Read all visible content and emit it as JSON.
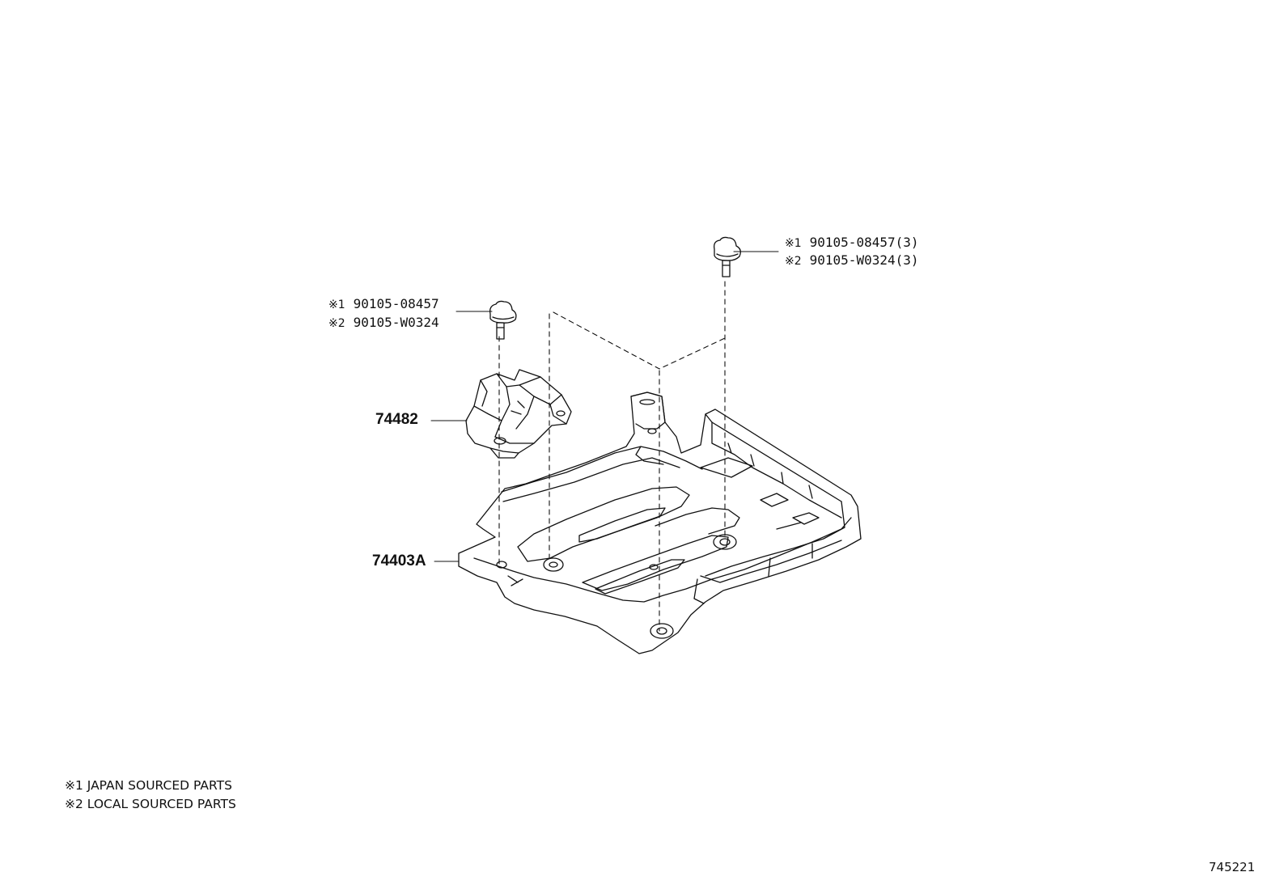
{
  "callouts": {
    "bolt_right": {
      "line1": {
        "marker": "※1",
        "part": "90105-08457(3)"
      },
      "line2": {
        "marker": "※2",
        "part": "90105-W0324(3)"
      }
    },
    "bolt_left": {
      "line1": {
        "marker": "※1",
        "part": "90105-08457"
      },
      "line2": {
        "marker": "※2",
        "part": "90105-W0324"
      }
    },
    "bracket": "74482",
    "cover": "74403A"
  },
  "footnotes": [
    "※1 JAPAN SOURCED PARTS",
    "※2 LOCAL SOURCED PARTS"
  ],
  "reference_number": "745221"
}
